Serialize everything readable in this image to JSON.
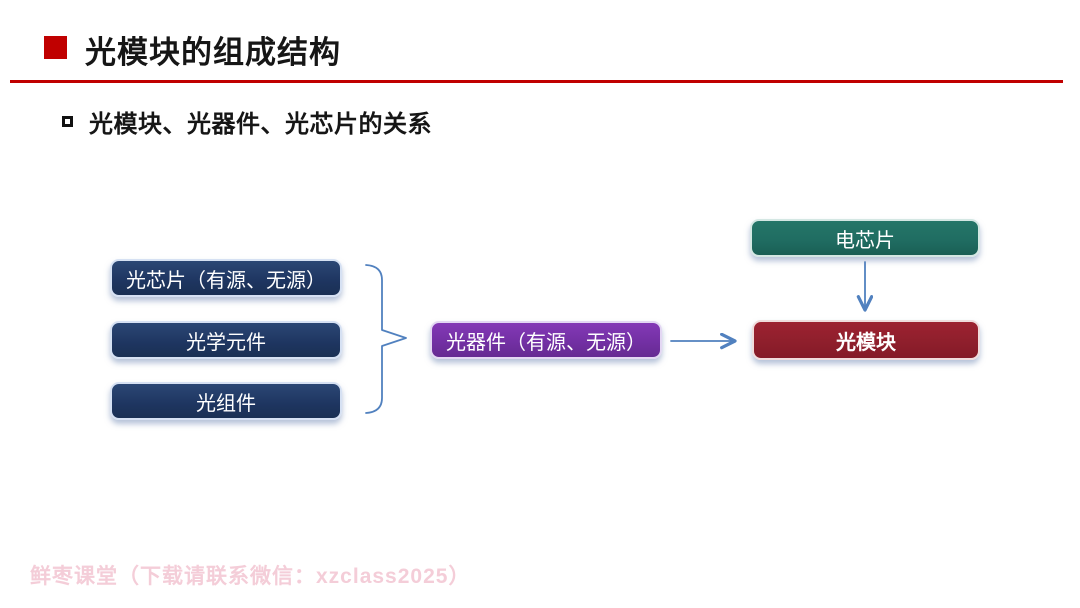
{
  "slide": {
    "title": "光模块的组成结构",
    "subtitle": "光模块、光器件、光芯片的关系",
    "watermark": "鲜枣课堂（下载请联系微信：xzclass2025）"
  },
  "diagram": {
    "left_boxes": [
      {
        "label": "光芯片（有源、无源）"
      },
      {
        "label": "光学元件"
      },
      {
        "label": "光组件"
      }
    ],
    "middle_box": {
      "label": "光器件（有源、无源）"
    },
    "electric_chip_box": {
      "label": "电芯片"
    },
    "result_box": {
      "label": "光模块"
    },
    "connector_names": [
      "left-brace",
      "arrow-right-to-module",
      "arrow-down-to-module"
    ]
  },
  "colors": {
    "accent_red": "#c00000",
    "navy_box": "#1e3560",
    "purple_box": "#7330a4",
    "teal_box": "#206d62",
    "crimson_box": "#8f1f2c",
    "connector_blue": "#5181bf",
    "watermark_pink": "#f4cdd8",
    "text_dark": "#161616"
  }
}
